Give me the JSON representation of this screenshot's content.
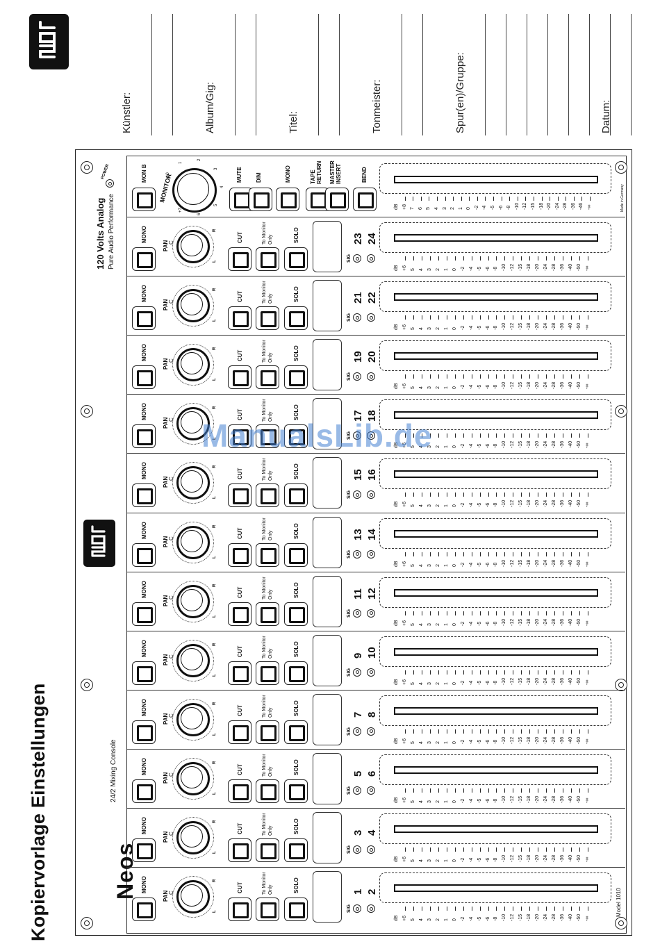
{
  "page": {
    "title": "Kopiervorlage Einstellungen"
  },
  "brand": {
    "logo": "spl"
  },
  "form_fields": [
    "Künstler:",
    "Album/Gig:",
    "Titel:",
    "Tonmeister:",
    "Spur(en)/Gruppe:",
    "Datum:"
  ],
  "console": {
    "name": "Neos",
    "subtitle": "24/2 Mixing Console",
    "tagline_main": "120 Volts Analog",
    "tagline_sub": "Pure Audio Performance",
    "model": "Model 1010",
    "made_in": "Made in Germany",
    "power_label": "POWER"
  },
  "master": {
    "mon_b": "MON B",
    "monitor": "MONITOR",
    "mute": "MUTE",
    "dim": "DIM",
    "mono": "MONO",
    "tape_return": "TAPE RETURN",
    "master_insert": "MASTER INSERT",
    "bend": "BEND",
    "scale": [
      "dB",
      "+8",
      "7",
      "6",
      "5",
      "4",
      "3",
      "2",
      "1",
      "0",
      "-2",
      "-4",
      "-5",
      "-6",
      "-8",
      "-10",
      "-12",
      "-15",
      "-18",
      "-20",
      "-24",
      "-28",
      "-36",
      "-46",
      "-∞"
    ],
    "knob_scale": [
      "-10",
      "1",
      "2",
      "3",
      "4",
      "5",
      "6",
      "+7"
    ]
  },
  "channel_labels": {
    "mono": "MONO",
    "pan": "PAN",
    "pan_center": "C",
    "pan_right": "R",
    "pan_left": "L",
    "cut": "CUT",
    "to_monitor": "To Monitor",
    "only": "Only",
    "solo": "SOLO",
    "sig": "SIG"
  },
  "channels": [
    {
      "a": "23",
      "b": "24"
    },
    {
      "a": "21",
      "b": "22"
    },
    {
      "a": "19",
      "b": "20"
    },
    {
      "a": "17",
      "b": "18"
    },
    {
      "a": "15",
      "b": "16"
    },
    {
      "a": "13",
      "b": "14"
    },
    {
      "a": "11",
      "b": "12"
    },
    {
      "a": "9",
      "b": "10"
    },
    {
      "a": "7",
      "b": "8"
    },
    {
      "a": "5",
      "b": "6"
    },
    {
      "a": "3",
      "b": "4"
    },
    {
      "a": "1",
      "b": "2"
    }
  ],
  "channel_scale": [
    "dB",
    "+6",
    "5",
    "4",
    "3",
    "2",
    "1",
    "0",
    "-2",
    "-4",
    "-5",
    "-6",
    "-8",
    "-10",
    "-12",
    "-15",
    "-18",
    "-20",
    "-24",
    "-28",
    "-36",
    "-40",
    "-50",
    "-∞"
  ],
  "watermark": "ManualsLib.de"
}
